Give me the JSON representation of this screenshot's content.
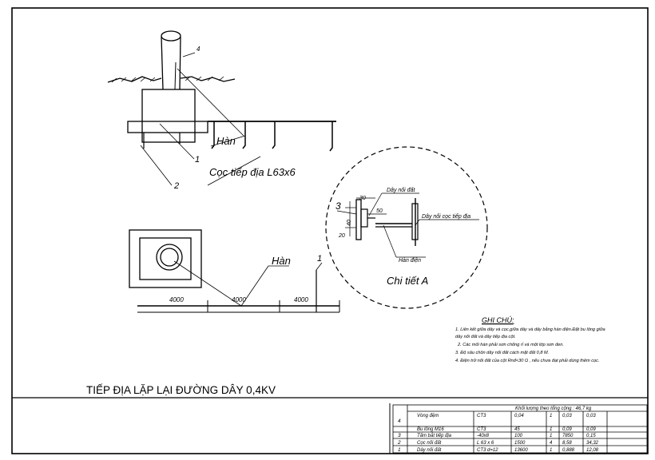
{
  "labels": {
    "han_top": "Hàn",
    "callout_1_top": "1",
    "callout_2": "2",
    "coc_tiep_dia": "Cọc tiếp địa L63x6",
    "callout_4": "4",
    "han_plan": "Hàn",
    "callout_1_plan": "1",
    "dim_left": "4000",
    "dim_mid": "4000",
    "dim_right": "4000"
  },
  "detail": {
    "title": "Chi tiết A",
    "callout_3": "3",
    "day_noi_dat": "Dây nối đất",
    "day_noi_coc": "Dây nối cọc tiếp địa",
    "han_dien": "Hàn điện",
    "dim_30": "30",
    "dim_50": "50",
    "dim_40": "40",
    "dim_20": "20"
  },
  "notes": {
    "title": "GHI CHÚ:",
    "line1a": "1. Liên kết giữa dây và cọc,giữa dây và dây bằng hàn điện.Đặt bu lông giữa",
    "line1b": "dây nối đất và dây tiếp địa cột.",
    "line2": "2. Các mối hàn phải sơn chống rỉ và một lớp sơn đen.",
    "line3": "3. Độ sâu chôn dây nối đất cách mặt đất 0,8 M.",
    "line4": "4. Điện trở nối đất của cột Rnđ<30 Ω , nếu chưa đạt phải dùng thêm cọc."
  },
  "drawing_title": "TIẾP ĐỊA LẶP LẠI ĐƯỜNG DÂY 0,4KV",
  "table": {
    "header_weight": "Khối lượng theo tổng cộng : 46,7 kg",
    "rows": [
      {
        "no": "4",
        "name": "Vòng đệm",
        "mat": "CT3",
        "spec": "0,04",
        "qty": "1",
        "w1": "0,03",
        "w2": "0,03"
      },
      {
        "no": "",
        "name": "Bu lông M16",
        "mat": "CT3",
        "spec": "45",
        "qty": "1",
        "w1": "0,09",
        "w2": "0,09"
      },
      {
        "no": "3",
        "name": "Tấm bắt tiếp địa",
        "mat": "-40x8",
        "spec": "100",
        "qty": "1",
        "w1": "7850",
        "w2": "0,15"
      },
      {
        "no": "2",
        "name": "Cọc nối đất",
        "mat": "L 63 x 6",
        "spec": "1500",
        "qty": "4",
        "w1": "8,58",
        "w2": "34,32"
      },
      {
        "no": "1",
        "name": "Dây nối đất",
        "mat": "CT3 d=12",
        "spec": "13600",
        "qty": "1",
        "w1": "0,888",
        "w2": "12,08"
      }
    ]
  }
}
